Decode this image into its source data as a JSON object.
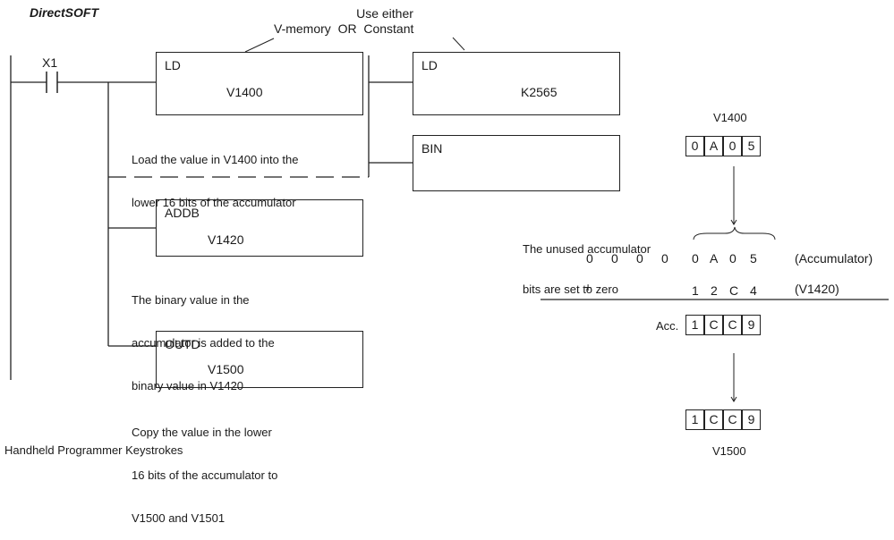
{
  "product_title": "DirectSOFT",
  "callout": {
    "line1": "Use either",
    "line2": "V-memory  OR  Constant"
  },
  "contact": {
    "label": "X1"
  },
  "instructions": [
    {
      "op": "LD",
      "operand": "V1400"
    },
    {
      "op": "LD",
      "operand": "K2565"
    },
    {
      "op": "BIN",
      "operand": ""
    },
    {
      "op": "ADDB",
      "operand": "V1420"
    },
    {
      "op": "OUTD",
      "operand": "V1500"
    }
  ],
  "descriptions": {
    "load": [
      "Load the value in V1400 into the",
      "lower 16 bits of the accumulator"
    ],
    "add": [
      "The binary value in the",
      "accumulator is added to the",
      "binary value in V1420"
    ],
    "out": [
      "Copy the value in the lower",
      "16 bits of the accumulator to",
      "V1500 and V1501"
    ]
  },
  "footer": "Handheld Programmer Keystrokes",
  "memory_diagram": {
    "source_label": "V1400",
    "source_digits": [
      "0",
      "A",
      "0",
      "5"
    ],
    "unused_note": [
      "The unused accumulator",
      "bits are set to zero"
    ],
    "accumulator_digits": [
      "0",
      "0",
      "0",
      "0",
      "0",
      "A",
      "0",
      "5"
    ],
    "accumulator_label": "(Accumulator)",
    "plus_sign": "+",
    "addend_digits": [
      "1",
      "2",
      "C",
      "4"
    ],
    "addend_label": "(V1420)",
    "result_label": "Acc.",
    "result_digits": [
      "1",
      "C",
      "C",
      "9"
    ],
    "dest_digits": [
      "1",
      "C",
      "C",
      "9"
    ],
    "dest_label": "V1500"
  }
}
